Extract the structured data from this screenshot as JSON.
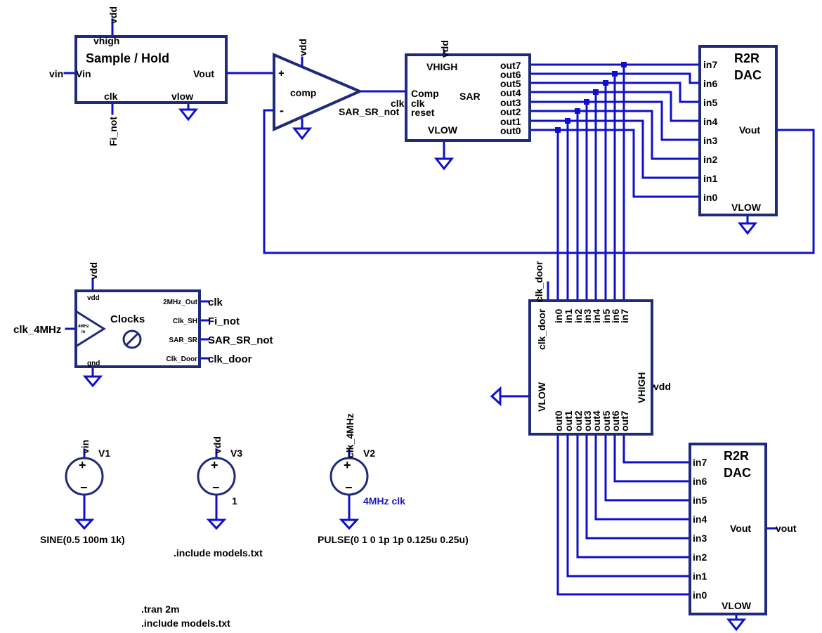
{
  "colors": {
    "wire": "#1010cc",
    "block_outline": "#1e2a7a",
    "text": "#000000",
    "annotation": "#1a1ab8"
  },
  "blocks": {
    "sample_hold": {
      "title": "Sample / Hold",
      "pin_vhigh": "vhigh",
      "pin_vin": "Vin",
      "pin_vout": "Vout",
      "pin_clk": "clk",
      "pin_vlow": "vlow"
    },
    "comparator": {
      "title": "comp",
      "plus": "+",
      "minus": "-"
    },
    "sar": {
      "title": "SAR",
      "pin_vhigh": "VHIGH",
      "pin_vlow": "VLOW",
      "pin_comp": "Comp",
      "pin_clk": "clk",
      "pin_reset": "reset",
      "outputs": [
        "out7",
        "out6",
        "out5",
        "out4",
        "out3",
        "out2",
        "out1",
        "out0"
      ]
    },
    "dac_top": {
      "title_line1": "R2R",
      "title_line2": "DAC",
      "pin_vout": "Vout",
      "pin_vlow": "VLOW",
      "inputs": [
        "in7",
        "in6",
        "in5",
        "in4",
        "in3",
        "in2",
        "in1",
        "in0"
      ]
    },
    "latch": {
      "pin_clk_door": "clk_door",
      "pin_vlow": "VLOW",
      "pin_vhigh": "VHIGH",
      "inputs": [
        "in0",
        "in1",
        "in2",
        "in3",
        "in4",
        "in5",
        "in6",
        "in7"
      ],
      "outputs": [
        "out0",
        "out1",
        "out2",
        "out3",
        "out4",
        "out5",
        "out6",
        "out7"
      ]
    },
    "dac_bottom": {
      "title_line1": "R2R",
      "title_line2": "DAC",
      "pin_vout": "Vout",
      "pin_vlow": "VLOW",
      "inputs": [
        "in7",
        "in6",
        "in5",
        "in4",
        "in3",
        "in2",
        "in1",
        "in0"
      ]
    },
    "clocks": {
      "title": "Clocks",
      "pin_vdd": "vdd",
      "pin_gnd": "gnd",
      "buffer_label_line1": "4MHz",
      "buffer_label_line2": "In",
      "pins": [
        "2MHz_Out",
        "Clk_SH",
        "SAR_SR",
        "Clk_Door"
      ]
    }
  },
  "net_labels": {
    "vdd": "vdd",
    "vin": "vin",
    "fi_not": "Fi_not",
    "clk": "clk",
    "sar_sr_not": "SAR_SR_not",
    "clk_door": "clk_door",
    "clk_4mhz": "clk_4MHz",
    "vout": "vout"
  },
  "clock_outputs": [
    "clk",
    "Fi_not",
    "SAR_SR_not",
    "clk_door"
  ],
  "sources": {
    "v1": {
      "name": "V1",
      "node": "vin",
      "value": "SINE(0.5 100m 1k)"
    },
    "v3": {
      "name": "V3",
      "node": "vdd",
      "value": "1",
      "directive": ".include models.txt"
    },
    "v2": {
      "name": "V2",
      "node": "clk_4MHz",
      "value": "PULSE(0 1 0 1p 1p 0.125u 0.25u)",
      "annotation": "4MHz clk"
    }
  },
  "directives": [
    ".tran 2m",
    ".include models.txt"
  ]
}
